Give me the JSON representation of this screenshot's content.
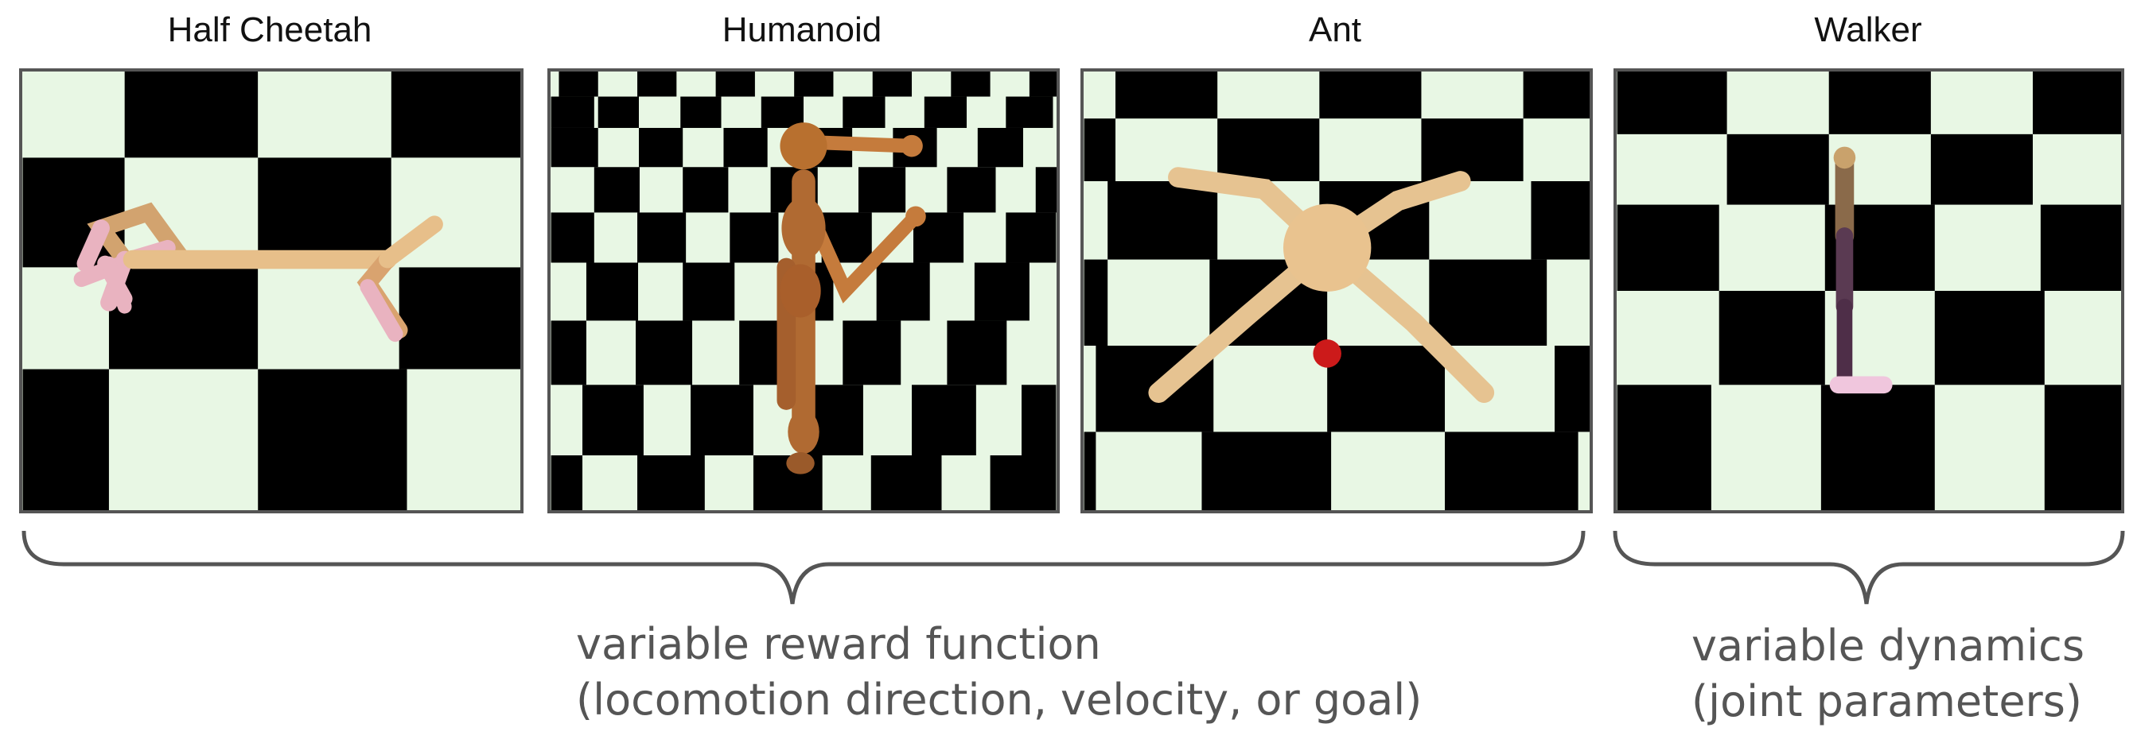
{
  "panels": [
    {
      "title": "Half Cheetah"
    },
    {
      "title": "Humanoid"
    },
    {
      "title": "Ant"
    },
    {
      "title": "Walker"
    }
  ],
  "captions": {
    "reward": {
      "line1": "variable reward function",
      "line2": "(locomotion direction, velocity, or goal)"
    },
    "dynamics": {
      "line1": "variable dynamics",
      "line2": "(joint parameters)"
    }
  },
  "colors": {
    "floor_light": "#e8f7e4",
    "floor_dark": "#000000",
    "frame": "#555555",
    "brace": "#555555"
  }
}
